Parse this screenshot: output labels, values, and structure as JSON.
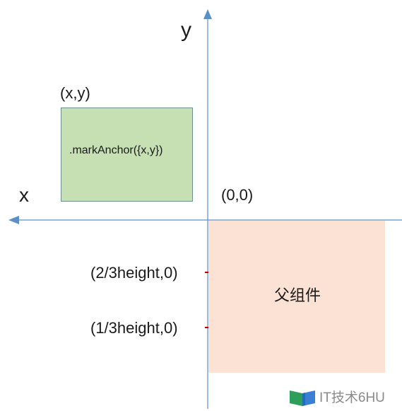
{
  "axes": {
    "y_label": "y",
    "x_label": "x",
    "origin_label": "(0,0)",
    "axis_color": "#5b8fc7"
  },
  "child_component": {
    "coord_label": "(x,y)",
    "method_label": ".markAnchor({x,y})",
    "fill_color": "#c6e0b4"
  },
  "parent_component": {
    "label": "父组件",
    "fill_color": "#fbe2d4"
  },
  "ticks": {
    "two_thirds_label": "(2/3height,0)",
    "one_third_label": "(1/3height,0)",
    "tick_color": "#c00000"
  },
  "watermark": {
    "text": "IT技术6HU",
    "logo_icon": "book-icon"
  }
}
